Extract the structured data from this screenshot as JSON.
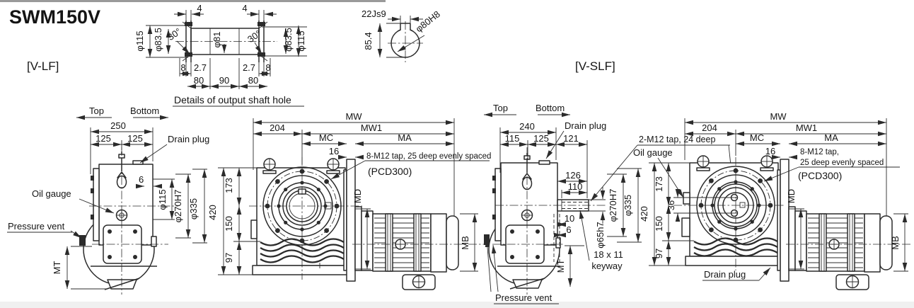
{
  "title": "SWM150V",
  "view_labels": {
    "lf": "[V-LF]",
    "slf": "[V-SLF]"
  },
  "shaft_detail": {
    "caption": "Details of output shaft hole",
    "len4a": "4",
    "len4b": "4",
    "dia115L": "φ115",
    "dia835L": "φ83.5",
    "ang30L": "30°",
    "dia81": "φ81",
    "ang30R": "30°",
    "dia835R": "φ83.5",
    "dia115R": "φ115",
    "ch8L": "8",
    "ch27L": "2.7",
    "ch27R": "2.7",
    "ch8R": "8",
    "seg80a": "80",
    "seg90": "90",
    "seg80b": "80"
  },
  "bore_detail": {
    "key_width": "22Js9",
    "bore_dia": "φ80H8",
    "key_height": "85.4"
  },
  "lf": {
    "dir_top": "Top",
    "dir_bottom": "Bottom",
    "w250": "250",
    "w125a": "125",
    "w125b": "125",
    "drain_plug": "Drain plug",
    "oil_gauge": "Oil gauge",
    "pressure_vent": "Pressure vent",
    "mt": "MT",
    "off6": "6",
    "dia115": "φ115",
    "dia270": "φ270H7",
    "dia335": "φ335",
    "h420": "420",
    "h173": "173",
    "h150": "150",
    "h97": "97",
    "mw": "MW",
    "w204": "204",
    "mw1": "MW1",
    "mc": "MC",
    "ma": "MA",
    "w16": "16",
    "tap_note": "8-M12 tap, 25 deep evenly spaced",
    "pcd": "(PCD300)",
    "md": "MD",
    "mb": "MB"
  },
  "slf": {
    "dir_top": "Top",
    "dir_bottom": "Bottom",
    "w240": "240",
    "w115": "115",
    "w125": "125",
    "w121": "121",
    "drain_plug_top": "Drain plug",
    "oil_gauge": "Oil gauge",
    "tap_note_shaft": "2-M12 tap, 24 deep",
    "w126": "126",
    "w110": "110",
    "dia270": "φ270H7",
    "dia335": "φ335",
    "dia65": "φ65h7",
    "w10": "10",
    "w6": "6",
    "keyway_line1": "18 x 11",
    "keyway_line2": "keyway",
    "mt": "MT",
    "off36": "36",
    "h420": "420",
    "h173": "173",
    "h150": "150",
    "h97": "97",
    "pressure_vent": "Pressure vent",
    "mw": "MW",
    "w204": "204",
    "mw1": "MW1",
    "mc": "MC",
    "ma": "MA",
    "w16": "16",
    "tap_note1": "8-M12 tap,",
    "tap_note2": "25 deep evenly spaced",
    "pcd": "(PCD300)",
    "md": "MD",
    "mb": "MB",
    "drain_plug_bottom": "Drain plug"
  }
}
